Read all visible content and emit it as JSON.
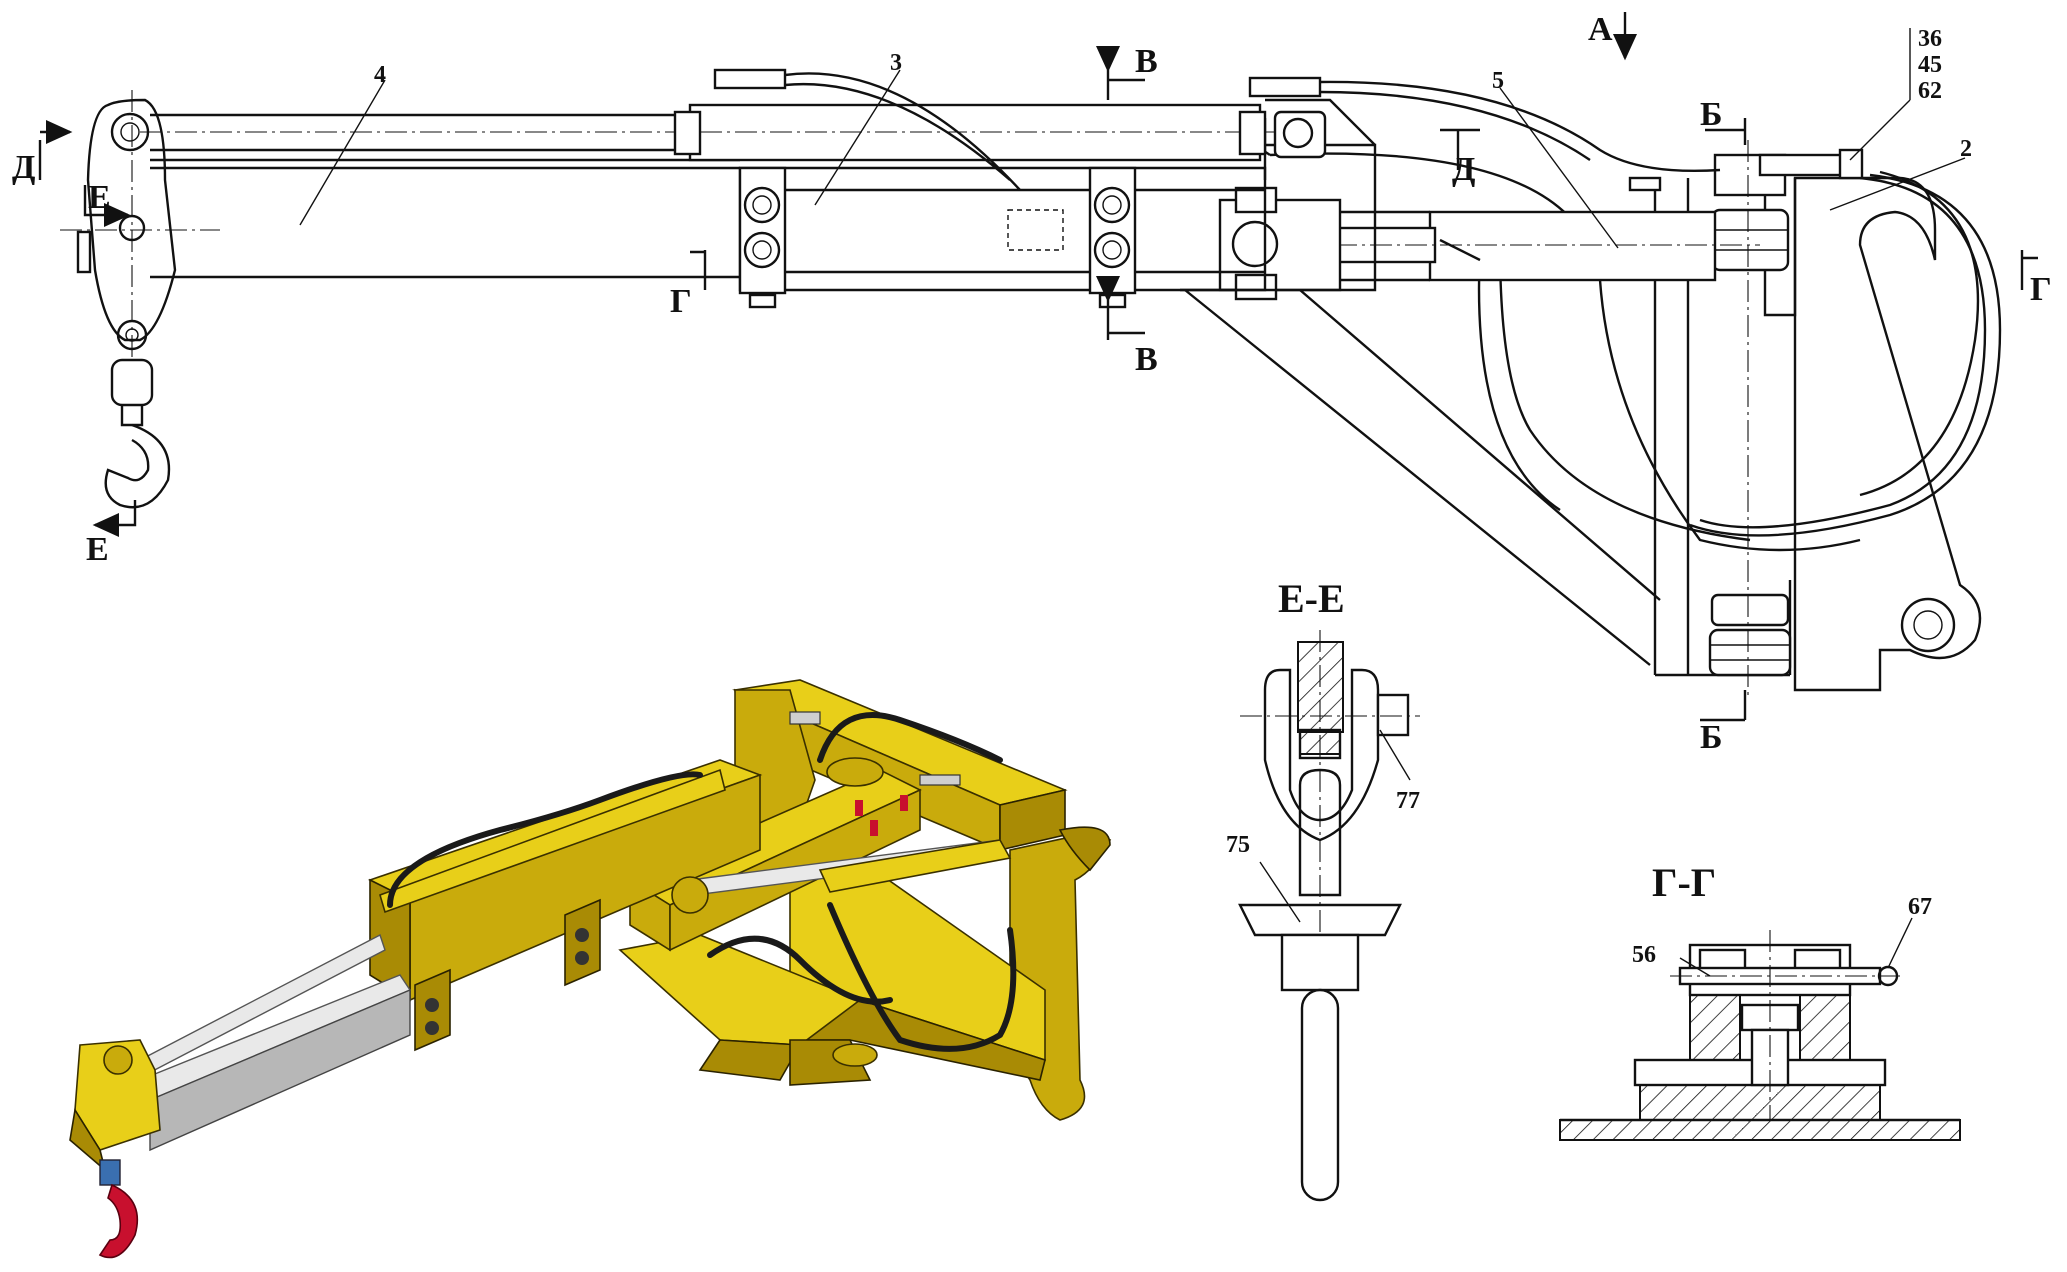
{
  "callouts": {
    "n4": "4",
    "n3": "3",
    "n5": "5",
    "n2": "2",
    "n36": "36",
    "n45": "45",
    "n62": "62",
    "n77": "77",
    "n75": "75",
    "n56": "56",
    "n67": "67"
  },
  "section_letters": {
    "A": "А",
    "D": "Д",
    "E": "Е",
    "V": "В",
    "G": "Г",
    "B": "Б"
  },
  "section_titles": {
    "ee": "Е-Е",
    "gg": "Г-Г"
  },
  "colors": {
    "line": "#111111",
    "model_yellow": "#e8cf19",
    "model_shadow": "#a98b05",
    "model_grey": "#b7b7b7",
    "hook_red": "#c8102e"
  }
}
